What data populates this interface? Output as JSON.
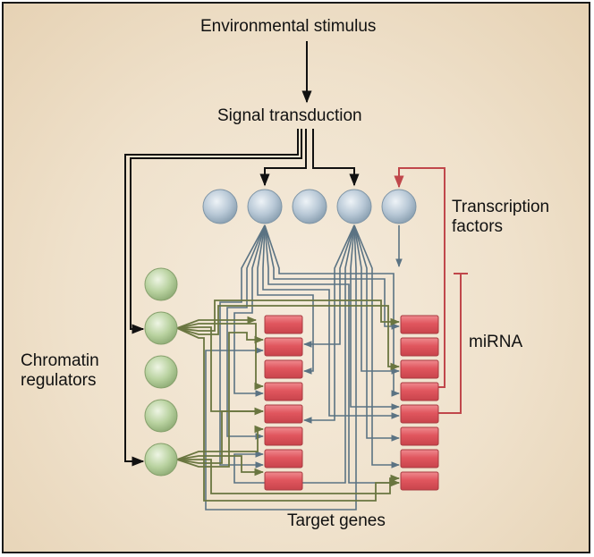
{
  "labels": {
    "stimulus": "Environmental stimulus",
    "signal": "Signal transduction",
    "tf_line1": "Transcription",
    "tf_line2": "factors",
    "mirna": "miRNA",
    "chrom_line1": "Chromatin",
    "chrom_line2": "regulators",
    "targets": "Target genes"
  },
  "colors": {
    "background": "#efe1cb",
    "signal_arrows": "#111111",
    "tf_node": "#b8c8d6",
    "tf_edges": "#5b7383",
    "chromatin_node": "#b9d2a0",
    "chromatin_edges": "#6a7640",
    "gene_box": "#e0565e",
    "mirna_feedback": "#c0474b"
  }
}
